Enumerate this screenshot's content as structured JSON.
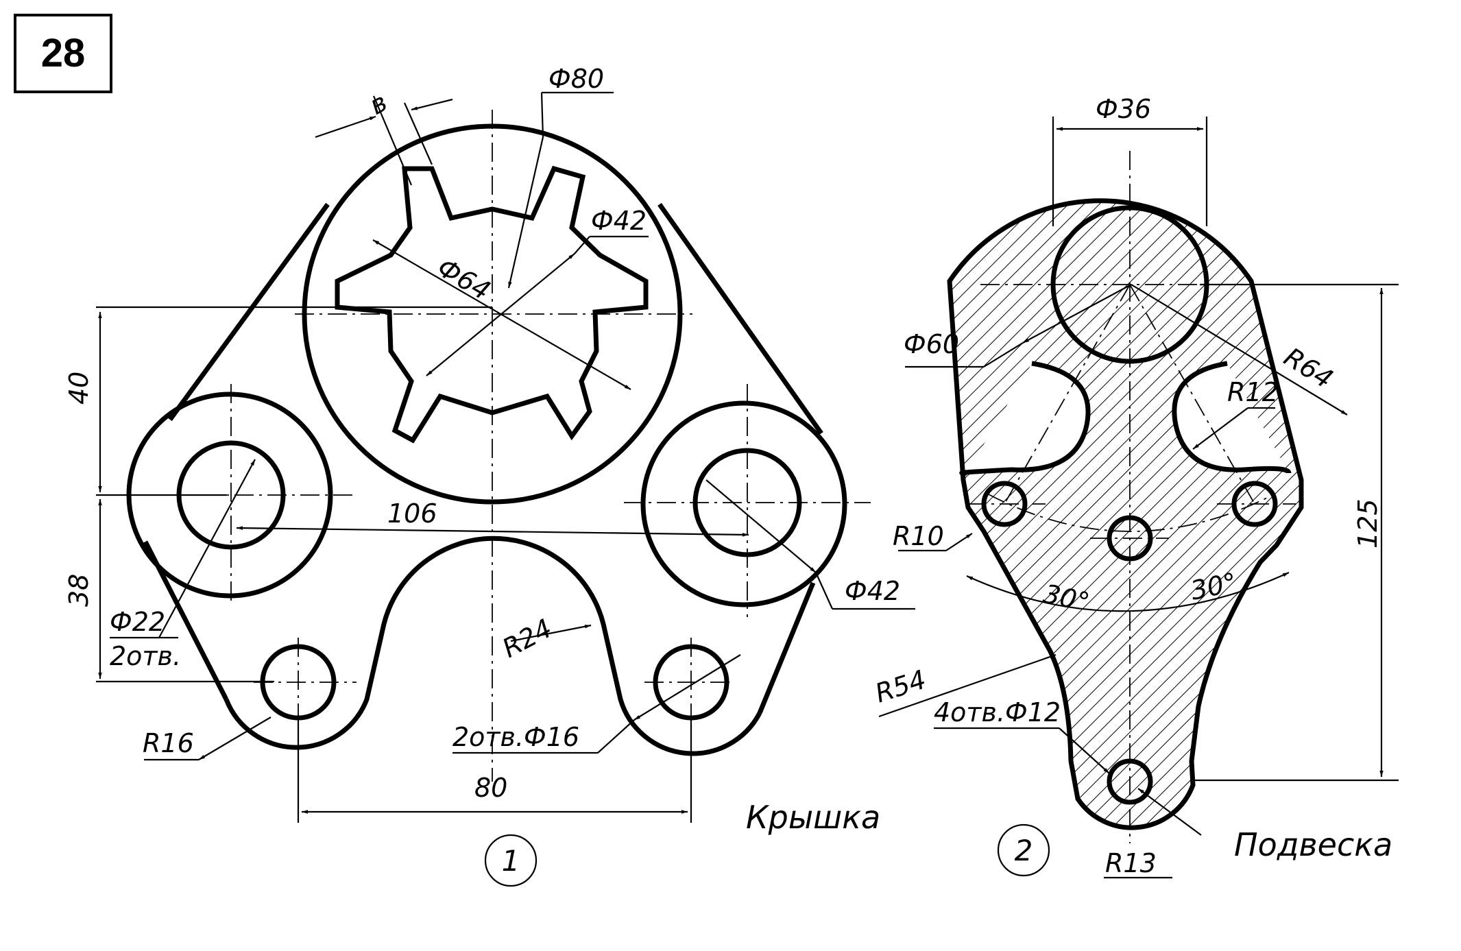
{
  "sheet": {
    "number": "28"
  },
  "part1": {
    "index": "1",
    "title": "Крышка",
    "dims": {
      "b": "в",
      "d80": "Ф80",
      "d42_top": "Ф42",
      "d64": "Ф64",
      "d40": "40",
      "d106": "106",
      "d38": "38",
      "d22": "Ф22",
      "holes2": "2отв.",
      "r24": "R24",
      "d42_right": "Ф42",
      "r16": "R16",
      "holes16": "2отв.Ф16",
      "d80_bottom": "80"
    }
  },
  "part2": {
    "index": "2",
    "title": "Подвеска",
    "dims": {
      "d36": "Ф36",
      "d60": "Ф60",
      "r64": "R64",
      "r12": "R12",
      "r10": "R10",
      "a30_left": "30°",
      "a30_right": "30°",
      "d125": "125",
      "r54": "R54",
      "holes4": "4отв.Ф12",
      "r13": "R13"
    }
  },
  "colors": {
    "ink": "#000000",
    "paper": "#ffffff"
  }
}
